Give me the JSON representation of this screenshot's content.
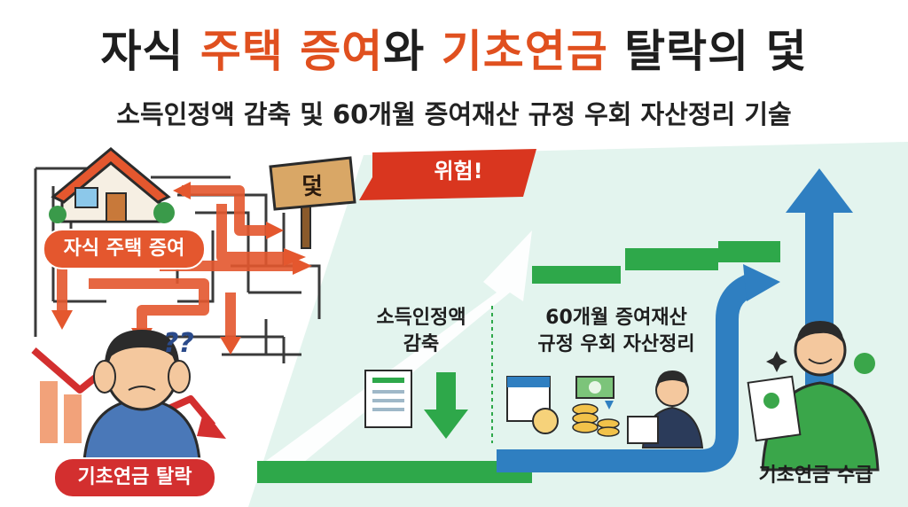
{
  "title": {
    "part1": "자식",
    "part2": "주택 증여",
    "part3": "와",
    "part4": "기초연금",
    "part5": "탈락의 덫"
  },
  "subtitle": "소득인정액 감축 및 60개월 증여재산 규정 우회 자산정리 기술",
  "labels": {
    "gift_pill": "자식 주택 증여",
    "drop_pill": "기초연금 탈락",
    "sign": "덫",
    "danger_banner": "위험!",
    "income_line1": "소득인정액",
    "income_line2": "감축",
    "rule_line1": "60개월 증여재산",
    "rule_line2": "규정 우회 자산정리",
    "pension_receive": "기초연금 수급",
    "confusion": "??"
  },
  "colors": {
    "accent_orange": "#e0501f",
    "danger_red": "#d32f2f",
    "green_path": "#2ea84a",
    "blue_path": "#2f7fc1",
    "mint_bg": "#e3f4ee"
  }
}
